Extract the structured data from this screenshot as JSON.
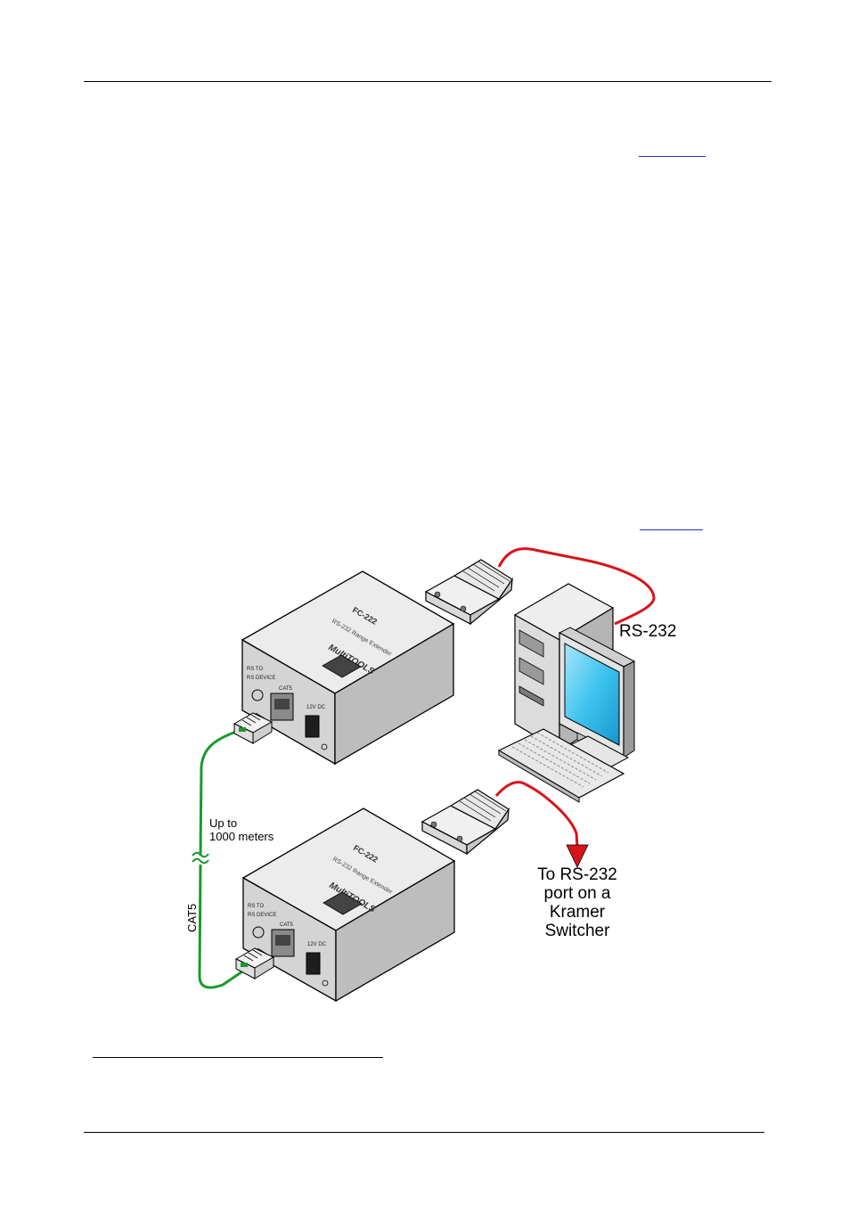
{
  "diagram": {
    "labels": {
      "rs232": "RS-232",
      "distance_line1": "Up to",
      "distance_line2": "1000 meters",
      "cable": "CAT5",
      "destination_lines": [
        "To RS-232",
        "port on a",
        "Kramer",
        "Switcher"
      ]
    },
    "device": {
      "brand": "MultiTOOLS",
      "model": "FC-222",
      "description": "RS-232 Range Extender",
      "port_labels": {
        "cat5": "CAT5",
        "power": "12V DC",
        "led1": "RS TO",
        "led2": "RS DEVICE"
      }
    },
    "colors": {
      "rs232_cable": "#d8141b",
      "cat5_cable": "#1a9a2b",
      "monitor_screen": "#3ec4ee",
      "device_body": "#e6e6e6",
      "xref_link": "#2b2bd6"
    }
  }
}
